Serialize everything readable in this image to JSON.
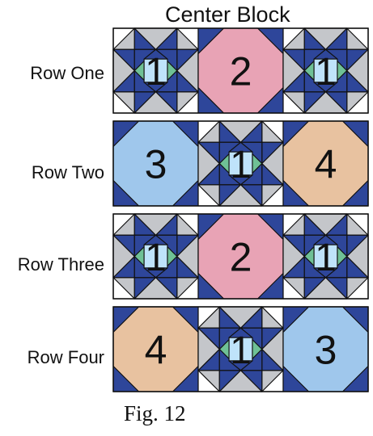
{
  "title": "Center Block",
  "caption": "Fig. 12",
  "rows": [
    {
      "label": "Row One",
      "blocks": [
        {
          "type": "star",
          "num": "1"
        },
        {
          "type": "octagon",
          "num": "2",
          "fill": "#E8A3B5"
        },
        {
          "type": "star",
          "num": "1"
        }
      ]
    },
    {
      "label": "Row Two",
      "blocks": [
        {
          "type": "octagon",
          "num": "3",
          "fill": "#9FC7EC"
        },
        {
          "type": "star",
          "num": "1"
        },
        {
          "type": "octagon",
          "num": "4",
          "fill": "#E8C2A0"
        }
      ]
    },
    {
      "label": "Row Three",
      "blocks": [
        {
          "type": "star",
          "num": "1"
        },
        {
          "type": "octagon",
          "num": "2",
          "fill": "#E8A3B5"
        },
        {
          "type": "star",
          "num": "1"
        }
      ]
    },
    {
      "label": "Row Four",
      "blocks": [
        {
          "type": "octagon",
          "num": "4",
          "fill": "#E8C2A0"
        },
        {
          "type": "star",
          "num": "1"
        },
        {
          "type": "octagon",
          "num": "3",
          "fill": "#9FC7EC"
        }
      ]
    }
  ],
  "colors": {
    "navy": "#2E469A",
    "gray": "#C4C6CA",
    "green": "#6FC196",
    "light_blue": "#BFE3FA",
    "white": "#FFFFFF",
    "outline": "#111111"
  }
}
